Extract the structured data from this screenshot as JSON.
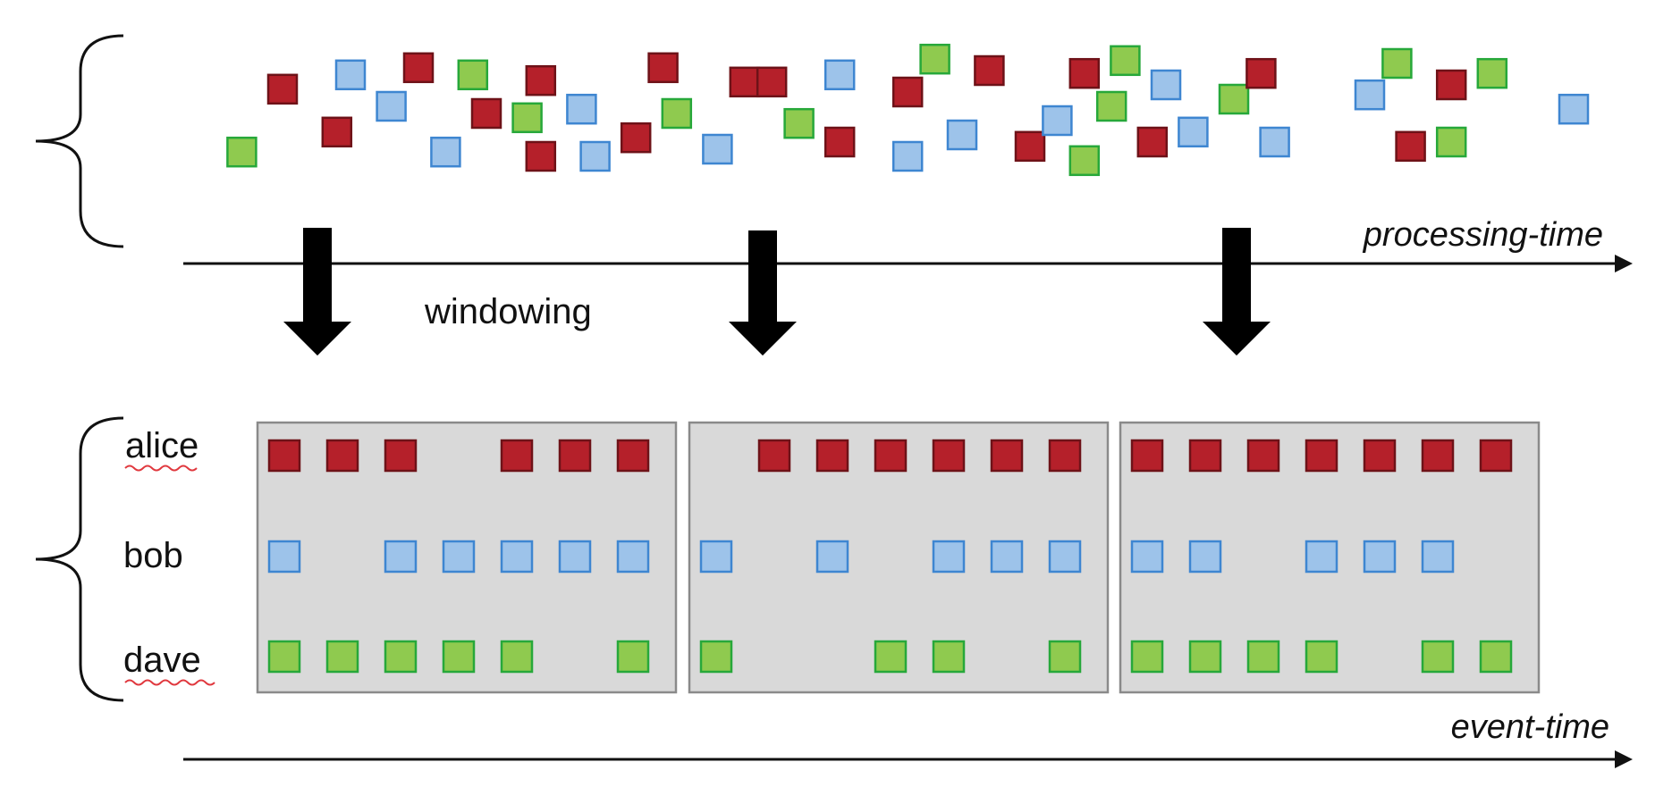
{
  "labels": {
    "processing_axis": "processing-time",
    "windowing": "windowing",
    "event_axis": "event-time"
  },
  "users": [
    "alice",
    "bob",
    "dave"
  ],
  "colors": {
    "alice": "#b5202a",
    "alice_border": "#6e1218",
    "bob": "#9dc3ea",
    "bob_border": "#3e86d1",
    "dave": "#8fca4f",
    "dave_border": "#27a83a",
    "window_fill": "#d9d9d9",
    "window_border": "#8a8a8a",
    "axis": "#111111"
  },
  "windows": [
    {
      "alice": [
        true,
        true,
        true,
        false,
        true,
        true,
        true
      ],
      "bob": [
        true,
        false,
        true,
        true,
        true,
        true,
        true
      ],
      "dave": [
        true,
        true,
        true,
        true,
        true,
        false,
        true
      ]
    },
    {
      "alice": [
        false,
        true,
        true,
        true,
        true,
        true,
        true
      ],
      "bob": [
        true,
        false,
        true,
        false,
        true,
        true,
        true
      ],
      "dave": [
        true,
        false,
        false,
        true,
        true,
        false,
        true
      ]
    },
    {
      "alice": [
        true,
        true,
        true,
        true,
        true,
        true,
        true
      ],
      "bob": [
        true,
        true,
        false,
        true,
        true,
        true,
        false
      ],
      "dave": [
        true,
        true,
        true,
        true,
        false,
        true,
        true
      ]
    }
  ],
  "scattered_events": [
    {
      "t": 0.02,
      "v": 0.72,
      "user": "dave"
    },
    {
      "t": 0.05,
      "v": 0.28,
      "user": "alice"
    },
    {
      "t": 0.09,
      "v": 0.58,
      "user": "alice"
    },
    {
      "t": 0.1,
      "v": 0.18,
      "user": "bob"
    },
    {
      "t": 0.13,
      "v": 0.4,
      "user": "bob"
    },
    {
      "t": 0.15,
      "v": 0.13,
      "user": "alice"
    },
    {
      "t": 0.17,
      "v": 0.72,
      "user": "bob"
    },
    {
      "t": 0.19,
      "v": 0.18,
      "user": "dave"
    },
    {
      "t": 0.2,
      "v": 0.45,
      "user": "alice"
    },
    {
      "t": 0.23,
      "v": 0.48,
      "user": "dave"
    },
    {
      "t": 0.24,
      "v": 0.22,
      "user": "alice"
    },
    {
      "t": 0.24,
      "v": 0.75,
      "user": "alice"
    },
    {
      "t": 0.27,
      "v": 0.42,
      "user": "bob"
    },
    {
      "t": 0.28,
      "v": 0.75,
      "user": "bob"
    },
    {
      "t": 0.31,
      "v": 0.62,
      "user": "alice"
    },
    {
      "t": 0.33,
      "v": 0.13,
      "user": "alice"
    },
    {
      "t": 0.34,
      "v": 0.45,
      "user": "dave"
    },
    {
      "t": 0.37,
      "v": 0.7,
      "user": "bob"
    },
    {
      "t": 0.39,
      "v": 0.23,
      "user": "alice"
    },
    {
      "t": 0.41,
      "v": 0.23,
      "user": "alice"
    },
    {
      "t": 0.43,
      "v": 0.52,
      "user": "dave"
    },
    {
      "t": 0.46,
      "v": 0.18,
      "user": "bob"
    },
    {
      "t": 0.46,
      "v": 0.65,
      "user": "alice"
    },
    {
      "t": 0.51,
      "v": 0.3,
      "user": "alice"
    },
    {
      "t": 0.51,
      "v": 0.75,
      "user": "bob"
    },
    {
      "t": 0.53,
      "v": 0.07,
      "user": "dave"
    },
    {
      "t": 0.55,
      "v": 0.6,
      "user": "bob"
    },
    {
      "t": 0.57,
      "v": 0.15,
      "user": "alice"
    },
    {
      "t": 0.6,
      "v": 0.68,
      "user": "alice"
    },
    {
      "t": 0.62,
      "v": 0.5,
      "user": "bob"
    },
    {
      "t": 0.64,
      "v": 0.17,
      "user": "alice"
    },
    {
      "t": 0.64,
      "v": 0.78,
      "user": "dave"
    },
    {
      "t": 0.66,
      "v": 0.4,
      "user": "dave"
    },
    {
      "t": 0.67,
      "v": 0.08,
      "user": "dave"
    },
    {
      "t": 0.69,
      "v": 0.65,
      "user": "alice"
    },
    {
      "t": 0.7,
      "v": 0.25,
      "user": "bob"
    },
    {
      "t": 0.72,
      "v": 0.58,
      "user": "bob"
    },
    {
      "t": 0.75,
      "v": 0.35,
      "user": "dave"
    },
    {
      "t": 0.77,
      "v": 0.17,
      "user": "alice"
    },
    {
      "t": 0.78,
      "v": 0.65,
      "user": "bob"
    },
    {
      "t": 0.85,
      "v": 0.32,
      "user": "bob"
    },
    {
      "t": 0.87,
      "v": 0.1,
      "user": "dave"
    },
    {
      "t": 0.88,
      "v": 0.68,
      "user": "alice"
    },
    {
      "t": 0.91,
      "v": 0.25,
      "user": "alice"
    },
    {
      "t": 0.91,
      "v": 0.65,
      "user": "dave"
    },
    {
      "t": 0.94,
      "v": 0.17,
      "user": "dave"
    },
    {
      "t": 1.0,
      "v": 0.42,
      "user": "bob"
    }
  ]
}
